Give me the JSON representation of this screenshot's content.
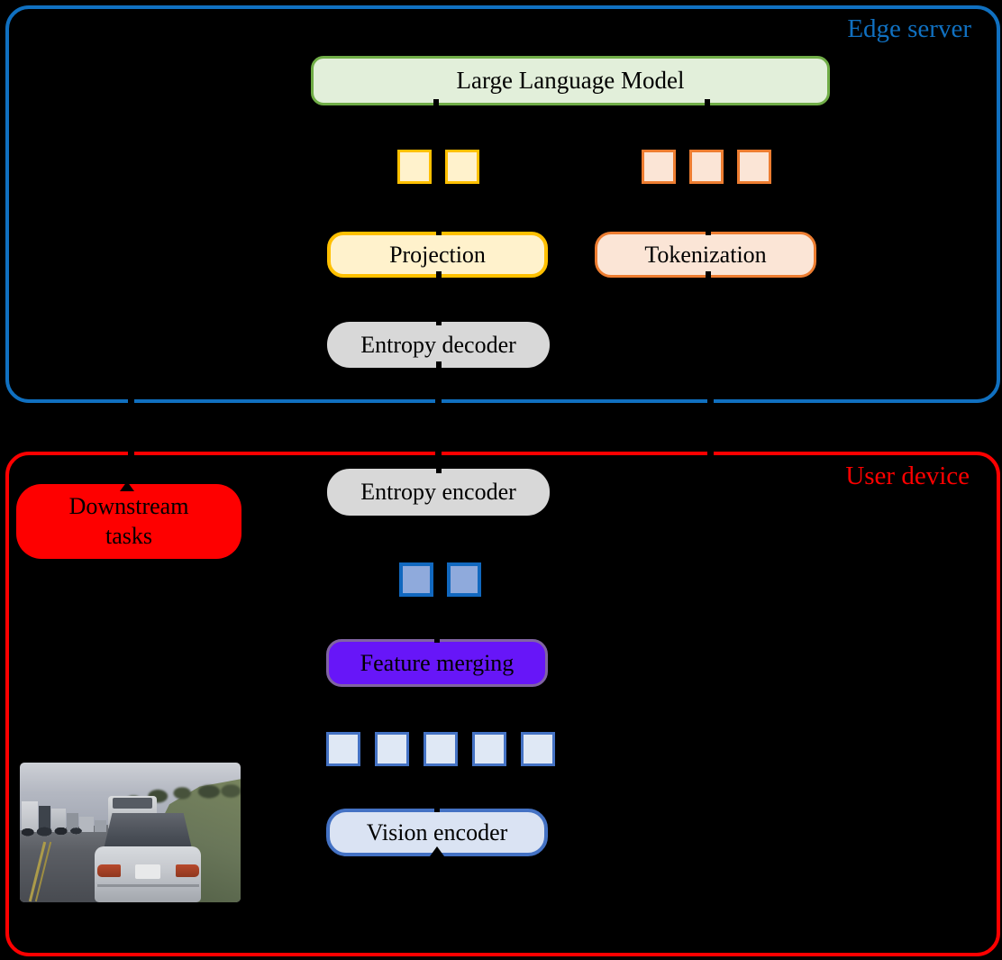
{
  "colors": {
    "edge_accent": "#1070c0",
    "user_accent": "#fe0000",
    "llm_fill": "#e2efda",
    "llm_border": "#70ad47",
    "projection_fill": "#fff2cc",
    "projection_border": "#ffc000",
    "tokenization_fill": "#fbe5d6",
    "tokenization_border": "#ed7d31",
    "entropy_fill": "#d8d8d8",
    "merged_token_fill": "#8faadc",
    "merged_token_border": "#1168bf",
    "vision_fill": "#dae3f3",
    "vision_border": "#4472c4",
    "vision_token_fill": "#dfe8f5",
    "merging_fill": "#6716f8",
    "merging_border": "#8064a2",
    "downstream_fill": "#fe0000"
  },
  "edge_server": {
    "label": "Edge server",
    "llm_label": "Large Language Model",
    "projection_label": "Projection",
    "tokenization_label": "Tokenization",
    "entropy_decoder_label": "Entropy decoder",
    "visual_token_count": 2,
    "text_token_count": 3
  },
  "user_device": {
    "label": "User device",
    "entropy_encoder_label": "Entropy encoder",
    "feature_merging_label": "Feature merging",
    "vision_encoder_label": "Vision encoder",
    "downstream_tasks_label": "Downstream tasks",
    "merged_token_count": 2,
    "vision_token_count": 5,
    "input_image_alt": "Street photo: rear view of a silver sedan on a road, houses on the left, grassy hill with shrubs on the right"
  }
}
